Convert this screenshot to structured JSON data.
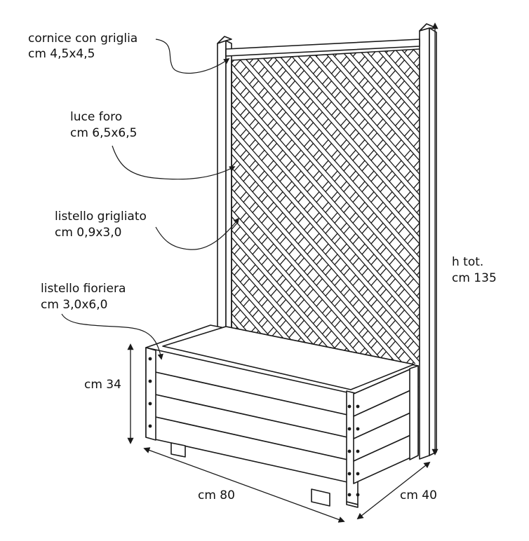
{
  "colors": {
    "ink": "#1a1a1a",
    "background": "#ffffff",
    "wood": "#ffffff"
  },
  "callouts": {
    "frame": {
      "name": "cornice con griglia",
      "size": "cm 4,5x4,5"
    },
    "hole": {
      "name": "luce foro",
      "size": "cm 6,5x6,5"
    },
    "lattice_slat": {
      "name": "listello grigliato",
      "size": "cm 0,9x3,0"
    },
    "planter_slat": {
      "name": "listello fioriera",
      "size": "cm 3,0x6,0"
    }
  },
  "dimensions": {
    "total_height": {
      "line1": "h tot.",
      "line2": "cm 135"
    },
    "planter_height": "cm 34",
    "width": "cm 80",
    "depth": "cm 40"
  }
}
